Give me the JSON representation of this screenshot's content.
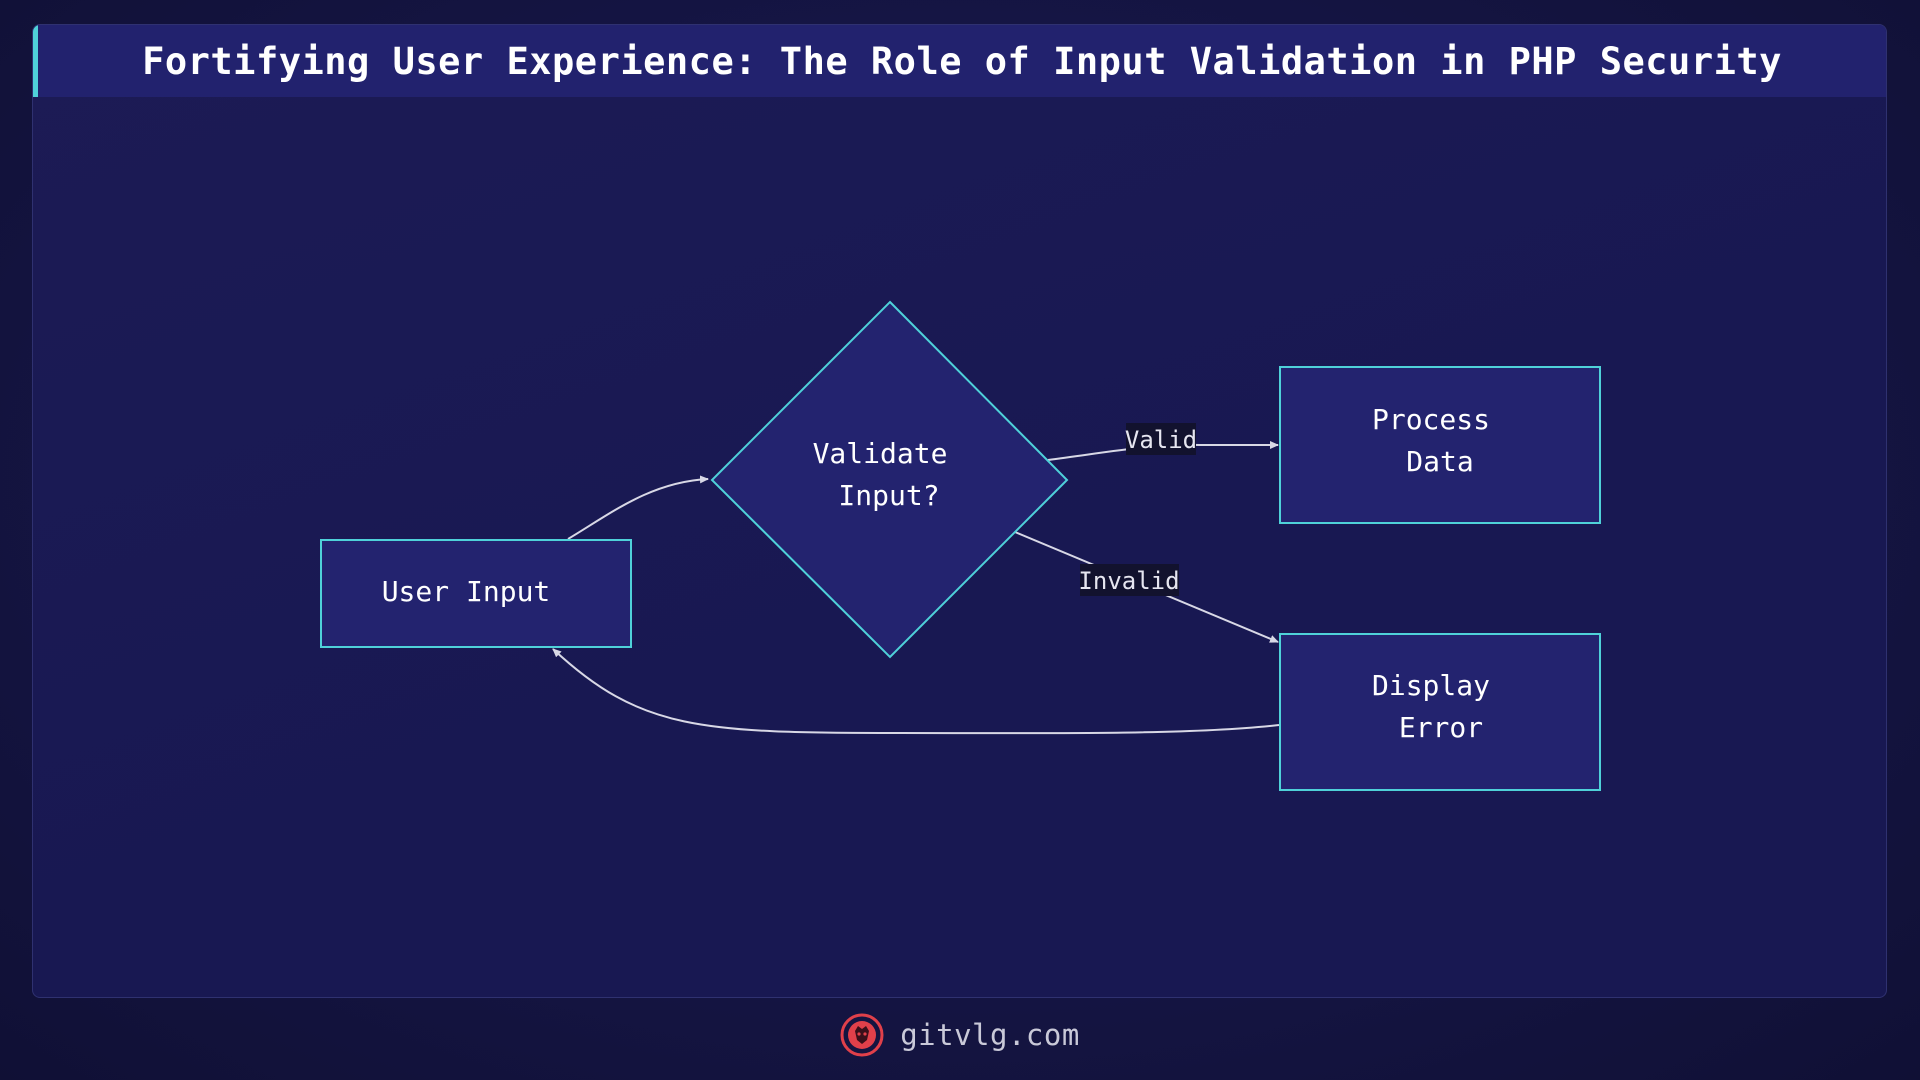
{
  "title": "Fortifying User Experience: The Role of Input Validation in PHP Security",
  "nodes": {
    "user_input": "User Input",
    "validate_line1": "Validate",
    "validate_line2": "Input?",
    "process_line1": "Process",
    "process_line2": "Data",
    "error_line1": "Display",
    "error_line2": "Error"
  },
  "edges": {
    "valid_label": "Valid",
    "invalid_label": "Invalid"
  },
  "footer": {
    "site": "gitvlg.com",
    "logo_icon": "lion-logo-icon"
  },
  "colors": {
    "node_fill": "#23236f",
    "node_stroke": "#4fd1d9",
    "edge": "#d8d8e6",
    "accent": "#4fd1d9",
    "logo": "#e0404a"
  }
}
